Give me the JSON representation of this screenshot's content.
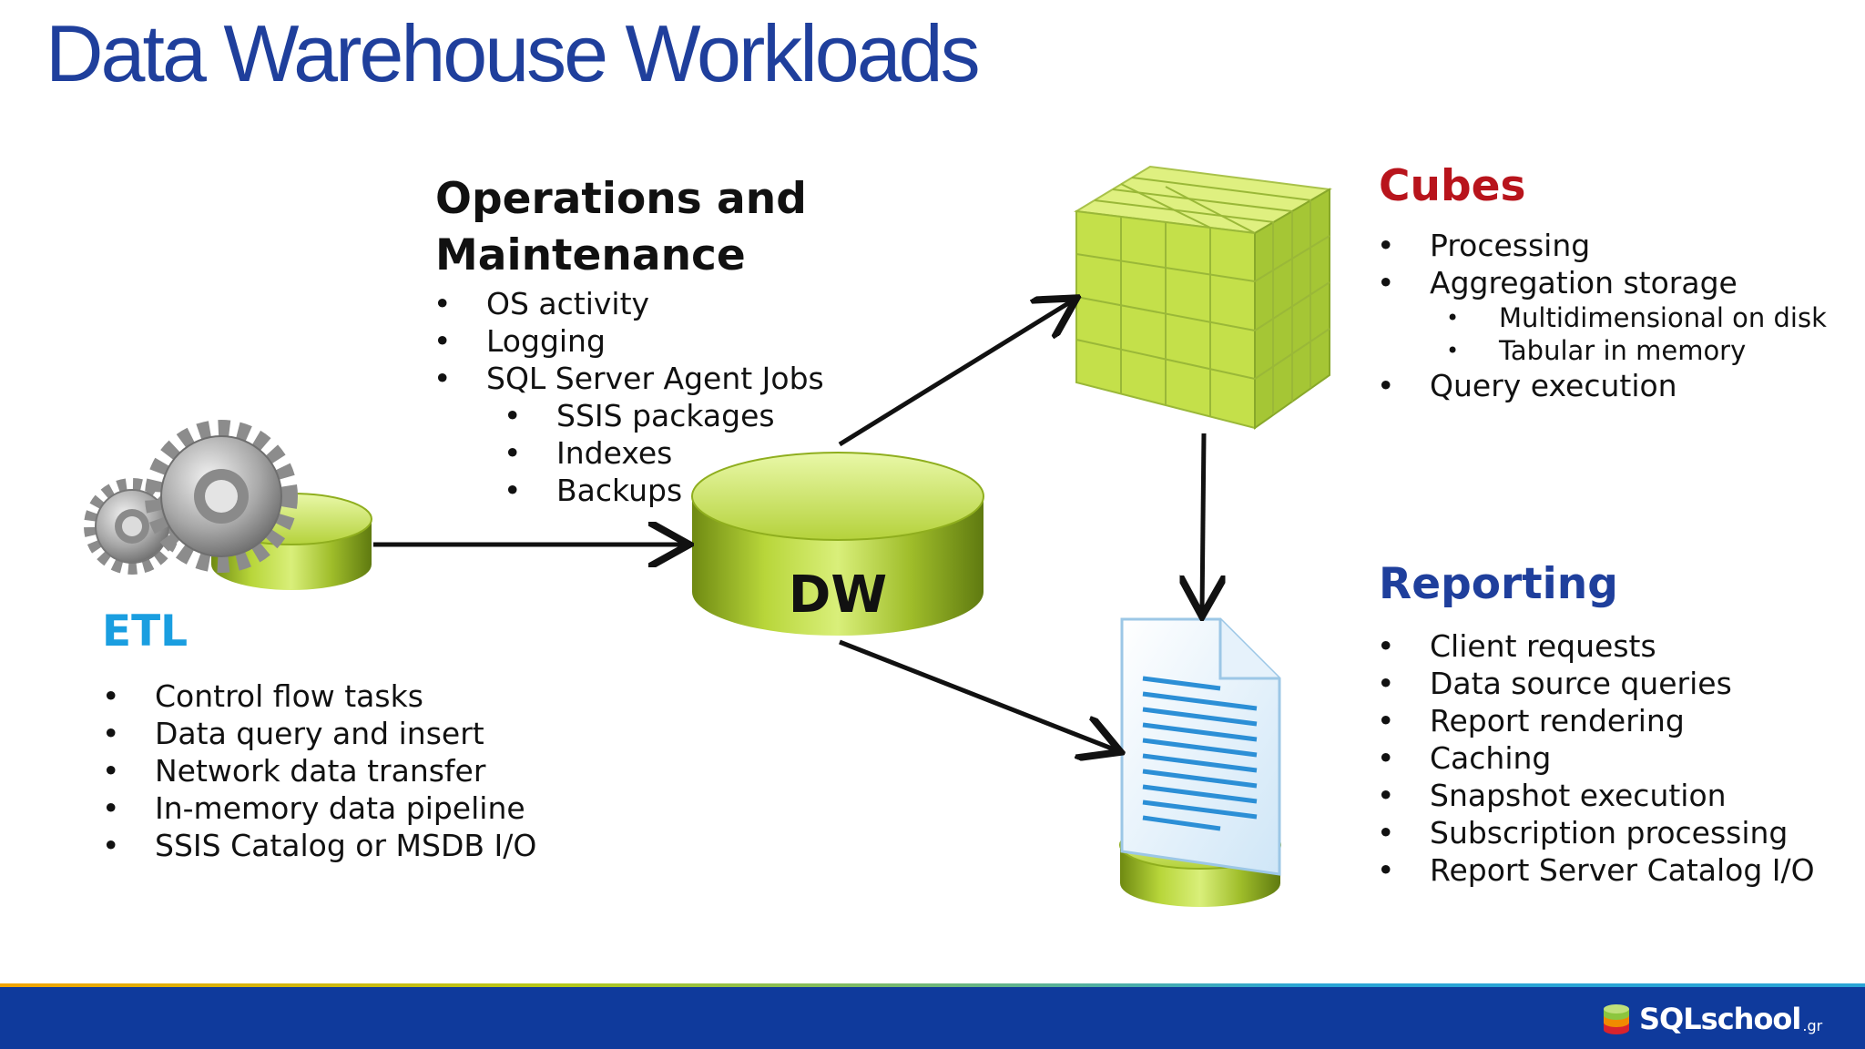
{
  "title": "Data Warehouse Workloads",
  "etl": {
    "heading": "ETL",
    "items": [
      "Control flow tasks",
      "Data query and insert",
      "Network data transfer",
      "In-memory data pipeline",
      "SSIS Catalog or MSDB I/O"
    ]
  },
  "ops": {
    "heading_line1": "Operations and",
    "heading_line2": "Maintenance",
    "items": [
      "OS activity",
      "Logging",
      "SQL Server Agent Jobs"
    ],
    "subitems": [
      "SSIS packages",
      "Indexes",
      "Backups"
    ]
  },
  "dw": {
    "label": "DW"
  },
  "cubes": {
    "heading": "Cubes",
    "items": [
      "Processing",
      "Aggregation storage",
      "Query execution"
    ],
    "subitems": [
      "Multidimensional on disk",
      "Tabular in memory"
    ]
  },
  "reporting": {
    "heading": "Reporting",
    "items": [
      "Client requests",
      "Data source queries",
      "Report rendering",
      "Caching",
      "Snapshot execution",
      "Subscription processing",
      "Report Server Catalog I/O"
    ]
  },
  "footer": {
    "brand": "SQLschool",
    "suffix": ".gr"
  },
  "colors": {
    "title": "#1f3f9c",
    "etl_heading": "#1a9ee0",
    "cubes_heading": "#b8141c",
    "reporting_heading": "#1f3f9c",
    "footer_bg": "#0f3a9c",
    "cylinder_green": "#a9c832",
    "cube_green": "#c4e04a"
  },
  "icons": [
    "gears-icon",
    "database-icon",
    "cube-icon",
    "report-document-icon",
    "arrow-icon"
  ]
}
